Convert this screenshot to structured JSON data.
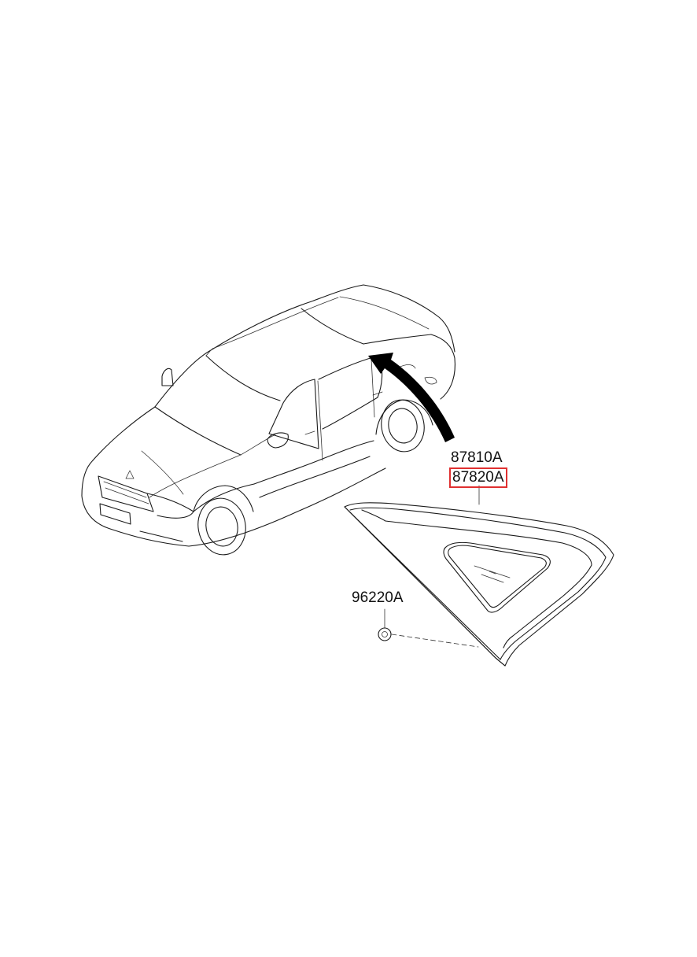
{
  "diagram": {
    "parts": [
      {
        "code": "87810A",
        "highlighted": false
      },
      {
        "code": "87820A",
        "highlighted": true
      },
      {
        "code": "96220A",
        "highlighted": false
      }
    ],
    "colors": {
      "highlight_box": "#e03030",
      "line": "#1a1a1a",
      "background": "#ffffff"
    },
    "illustrations": [
      {
        "name": "sedan-car-illustration"
      },
      {
        "name": "quarter-glass-panel"
      },
      {
        "name": "clip-fastener"
      },
      {
        "name": "location-arrow"
      }
    ]
  }
}
